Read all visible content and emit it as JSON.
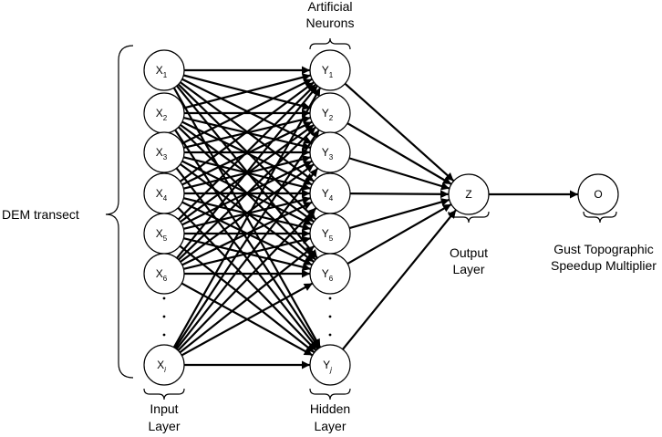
{
  "input_layer": {
    "nodes": [
      {
        "base": "X",
        "sub": "1"
      },
      {
        "base": "X",
        "sub": "2"
      },
      {
        "base": "X",
        "sub": "3"
      },
      {
        "base": "X",
        "sub": "4"
      },
      {
        "base": "X",
        "sub": "5"
      },
      {
        "base": "X",
        "sub": "6"
      },
      {
        "base": "X",
        "sub": "i"
      }
    ],
    "label_lines": [
      "Input",
      "Layer"
    ]
  },
  "hidden_layer": {
    "nodes": [
      {
        "base": "Y",
        "sub": "1"
      },
      {
        "base": "Y",
        "sub": "2"
      },
      {
        "base": "Y",
        "sub": "3"
      },
      {
        "base": "Y",
        "sub": "4"
      },
      {
        "base": "Y",
        "sub": "5"
      },
      {
        "base": "Y",
        "sub": "6"
      },
      {
        "base": "Y",
        "sub": "j"
      }
    ],
    "label_lines": [
      "Hidden",
      "Layer"
    ],
    "top_label_lines": [
      "Artificial",
      "Neurons"
    ]
  },
  "output_layer": {
    "node": "Z",
    "label_lines": [
      "Output",
      "Layer"
    ]
  },
  "final_output": {
    "node": "O",
    "label_lines": [
      "Gust Topographic",
      "Speedup Multiplier"
    ]
  },
  "dem_label": "DEM transect"
}
